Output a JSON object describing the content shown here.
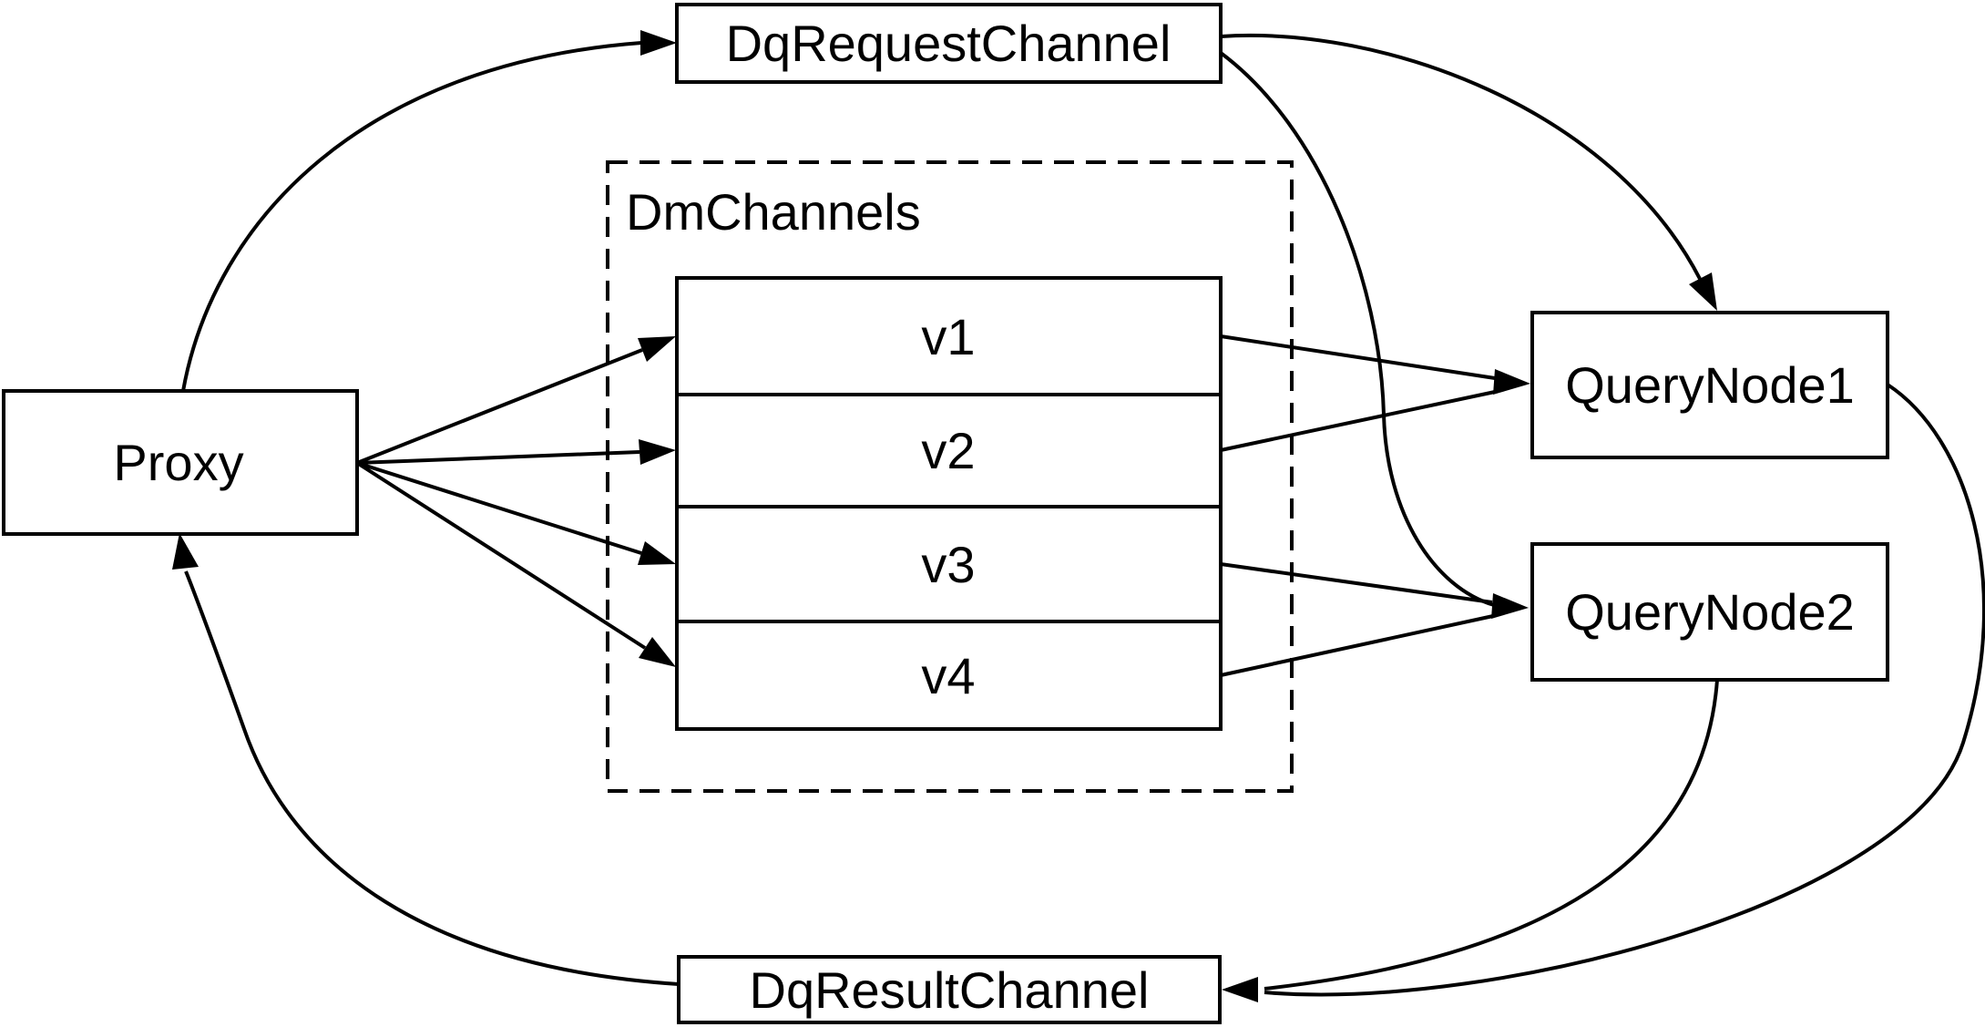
{
  "diagram": {
    "background_color": "#ffffff",
    "stroke_color": "#000000",
    "node_fill_color": "#ffffff",
    "nodes": {
      "proxy": {
        "label": "Proxy"
      },
      "dq_request_channel": {
        "label": "DqRequestChannel"
      },
      "dm_channels": {
        "label": "DmChannels",
        "rows": [
          {
            "label": "v1"
          },
          {
            "label": "v2"
          },
          {
            "label": "v3"
          },
          {
            "label": "v4"
          }
        ]
      },
      "query_node_1": {
        "label": "QueryNode1"
      },
      "query_node_2": {
        "label": "QueryNode2"
      },
      "dq_result_channel": {
        "label": "DqResultChannel"
      }
    },
    "edges": [
      {
        "from": "proxy",
        "to": "dq_request_channel"
      },
      {
        "from": "dq_request_channel",
        "to": "query_node_1"
      },
      {
        "from": "dq_request_channel",
        "to": "query_node_2"
      },
      {
        "from": "proxy",
        "to": "v1"
      },
      {
        "from": "proxy",
        "to": "v2"
      },
      {
        "from": "proxy",
        "to": "v3"
      },
      {
        "from": "proxy",
        "to": "v4"
      },
      {
        "from": "v1",
        "to": "query_node_1"
      },
      {
        "from": "v2",
        "to": "query_node_1"
      },
      {
        "from": "v3",
        "to": "query_node_2"
      },
      {
        "from": "v4",
        "to": "query_node_2"
      },
      {
        "from": "query_node_1",
        "to": "dq_result_channel"
      },
      {
        "from": "query_node_2",
        "to": "dq_result_channel"
      },
      {
        "from": "dq_result_channel",
        "to": "proxy"
      }
    ]
  }
}
